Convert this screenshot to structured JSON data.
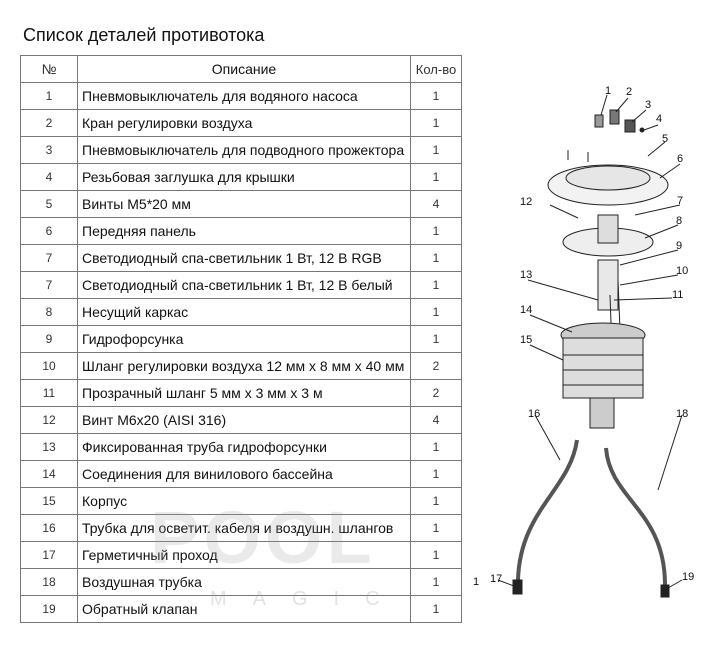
{
  "title": "Список деталей противотока",
  "table": {
    "headers": {
      "no": "№",
      "desc": "Описание",
      "qty": "Кол-во"
    },
    "rows": [
      {
        "no": "1",
        "desc": "Пневмовыключатель для водяного насоса",
        "qty": "1"
      },
      {
        "no": "2",
        "desc": "Кран регулировки воздуха",
        "qty": "1"
      },
      {
        "no": "3",
        "desc": "Пневмовыключатель для подводного прожектора",
        "qty": "1"
      },
      {
        "no": "4",
        "desc": "Резьбовая заглушка для крышки",
        "qty": "1"
      },
      {
        "no": "5",
        "desc": "Винты М5*20 мм",
        "qty": "4"
      },
      {
        "no": "6",
        "desc": "Передняя панель",
        "qty": "1"
      },
      {
        "no": "7",
        "desc": "Светодиодный спа-светильник 1 Вт, 12 В RGB",
        "qty": "1"
      },
      {
        "no": "7",
        "desc": "Светодиодный спа-светильник 1 Вт, 12 В белый",
        "qty": "1"
      },
      {
        "no": "8",
        "desc": "Несущий каркас",
        "qty": "1"
      },
      {
        "no": "9",
        "desc": "Гидрофорсунка",
        "qty": "1"
      },
      {
        "no": "10",
        "desc": "Шланг регулировки воздуха 12 мм х 8 мм х 40 мм",
        "qty": "2"
      },
      {
        "no": "11",
        "desc": "Прозрачный шланг 5 мм х 3 мм х 3 м",
        "qty": "2"
      },
      {
        "no": "12",
        "desc": "Винт М6х20 (AISI 316)",
        "qty": "4"
      },
      {
        "no": "13",
        "desc": "Фиксированная труба гидрофорсунки",
        "qty": "1"
      },
      {
        "no": "14",
        "desc": "Соединения для винилового бассейна",
        "qty": "1"
      },
      {
        "no": "15",
        "desc": "Корпус",
        "qty": "1"
      },
      {
        "no": "16",
        "desc": "Трубка для осветит. кабеля и воздушн. шлангов",
        "qty": "1"
      },
      {
        "no": "17",
        "desc": "Герметичный проход",
        "qty": "1"
      },
      {
        "no": "18",
        "desc": "Воздушная трубка",
        "qty": "1"
      },
      {
        "no": "19",
        "desc": "Обратный клапан",
        "qty": "1"
      }
    ]
  },
  "watermark": {
    "main": "POOL",
    "sub": "MAGIC"
  },
  "diagram": {
    "callouts": [
      "1",
      "2",
      "3",
      "4",
      "5",
      "6",
      "7",
      "8",
      "9",
      "10",
      "11",
      "12",
      "13",
      "14",
      "15",
      "16",
      "1",
      "17",
      "18",
      "19"
    ]
  }
}
